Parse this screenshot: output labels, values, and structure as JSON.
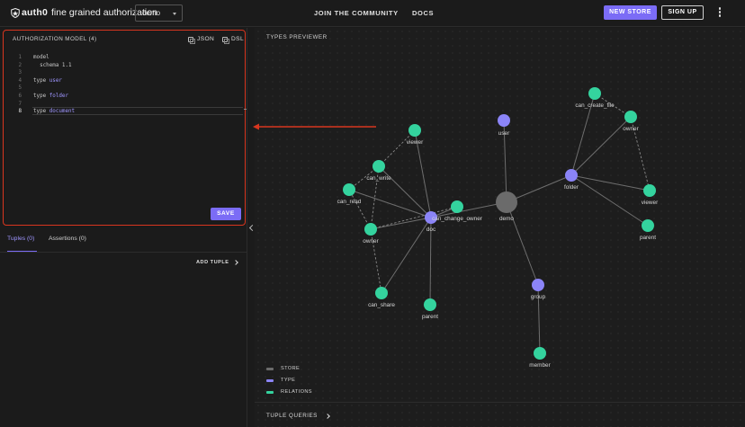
{
  "header": {
    "brand": "auth0",
    "product": "fine grained authorization",
    "store_selected": "demo",
    "nav": {
      "community": "JOIN THE COMMUNITY",
      "docs": "DOCS"
    },
    "new_store_label": "NEW STORE",
    "signup_label": "SIGN UP"
  },
  "model": {
    "title": "AUTHORIZATION MODEL (4)",
    "json_label": "JSON",
    "dsl_label": "DSL",
    "lines": [
      {
        "num": "1",
        "kw": "model",
        "id": "",
        "plain": ""
      },
      {
        "num": "2",
        "kw": "  schema",
        "id": "",
        "plain": " 1.1"
      },
      {
        "num": "3",
        "kw": "",
        "id": "",
        "plain": ""
      },
      {
        "num": "4",
        "kw": "type",
        "id": " user",
        "plain": ""
      },
      {
        "num": "5",
        "kw": "",
        "id": "",
        "plain": ""
      },
      {
        "num": "6",
        "kw": "type",
        "id": " folder",
        "plain": ""
      },
      {
        "num": "7",
        "kw": "",
        "id": "",
        "plain": ""
      },
      {
        "num": "8",
        "kw": "type",
        "id": " document",
        "plain": ""
      }
    ],
    "save_label": "SAVE"
  },
  "tabs": {
    "tuples": "Tuples (0)",
    "assertions": "Assertions (0)"
  },
  "add_tuple_label": "ADD TUPLE",
  "previewer": {
    "title": "TYPES PREVIEWER",
    "legend": {
      "store": "STORE",
      "type": "TYPE",
      "relations": "RELATIONS"
    },
    "tuple_queries_label": "TUPLE QUERIES",
    "colors": {
      "store": "#6b6b6b",
      "type": "#8b84f7",
      "relation": "#34d39e",
      "accent": "#7b6cf6",
      "highlight": "#d8361f"
    },
    "nodes": [
      {
        "id": "demo",
        "label": "demo",
        "kind": "store"
      },
      {
        "id": "user",
        "label": "user",
        "kind": "type"
      },
      {
        "id": "folder",
        "label": "folder",
        "kind": "type"
      },
      {
        "id": "doc",
        "label": "doc",
        "kind": "type"
      },
      {
        "id": "group",
        "label": "group",
        "kind": "type"
      },
      {
        "id": "f_can_create_file",
        "label": "can_create_file",
        "kind": "relation"
      },
      {
        "id": "f_owner",
        "label": "owner",
        "kind": "relation"
      },
      {
        "id": "f_viewer",
        "label": "viewer",
        "kind": "relation"
      },
      {
        "id": "f_parent",
        "label": "parent",
        "kind": "relation"
      },
      {
        "id": "d_viewer",
        "label": "viewer",
        "kind": "relation"
      },
      {
        "id": "d_can_write",
        "label": "can_write",
        "kind": "relation"
      },
      {
        "id": "d_can_read",
        "label": "can_read",
        "kind": "relation"
      },
      {
        "id": "d_can_change_owner",
        "label": "can_change_owner",
        "kind": "relation"
      },
      {
        "id": "d_owner",
        "label": "owner",
        "kind": "relation"
      },
      {
        "id": "d_can_share",
        "label": "can_share",
        "kind": "relation"
      },
      {
        "id": "d_parent",
        "label": "parent",
        "kind": "relation"
      },
      {
        "id": "g_member",
        "label": "member",
        "kind": "relation"
      }
    ],
    "edges": [
      [
        "demo",
        "user"
      ],
      [
        "demo",
        "folder"
      ],
      [
        "demo",
        "doc"
      ],
      [
        "demo",
        "group"
      ],
      [
        "folder",
        "f_can_create_file"
      ],
      [
        "folder",
        "f_owner"
      ],
      [
        "folder",
        "f_viewer"
      ],
      [
        "folder",
        "f_parent"
      ],
      [
        "doc",
        "d_viewer"
      ],
      [
        "doc",
        "d_can_write"
      ],
      [
        "doc",
        "d_can_read"
      ],
      [
        "doc",
        "d_can_change_owner"
      ],
      [
        "doc",
        "d_owner"
      ],
      [
        "doc",
        "d_can_share"
      ],
      [
        "doc",
        "d_parent"
      ],
      [
        "group",
        "g_member"
      ]
    ],
    "dashed_edges": [
      [
        "f_owner",
        "f_can_create_file"
      ],
      [
        "f_owner",
        "f_viewer"
      ],
      [
        "d_owner",
        "d_can_write"
      ],
      [
        "d_owner",
        "d_can_read"
      ],
      [
        "d_owner",
        "d_can_change_owner"
      ],
      [
        "d_owner",
        "d_can_share"
      ],
      [
        "d_can_write",
        "d_can_read"
      ],
      [
        "d_can_write",
        "d_viewer"
      ]
    ]
  }
}
